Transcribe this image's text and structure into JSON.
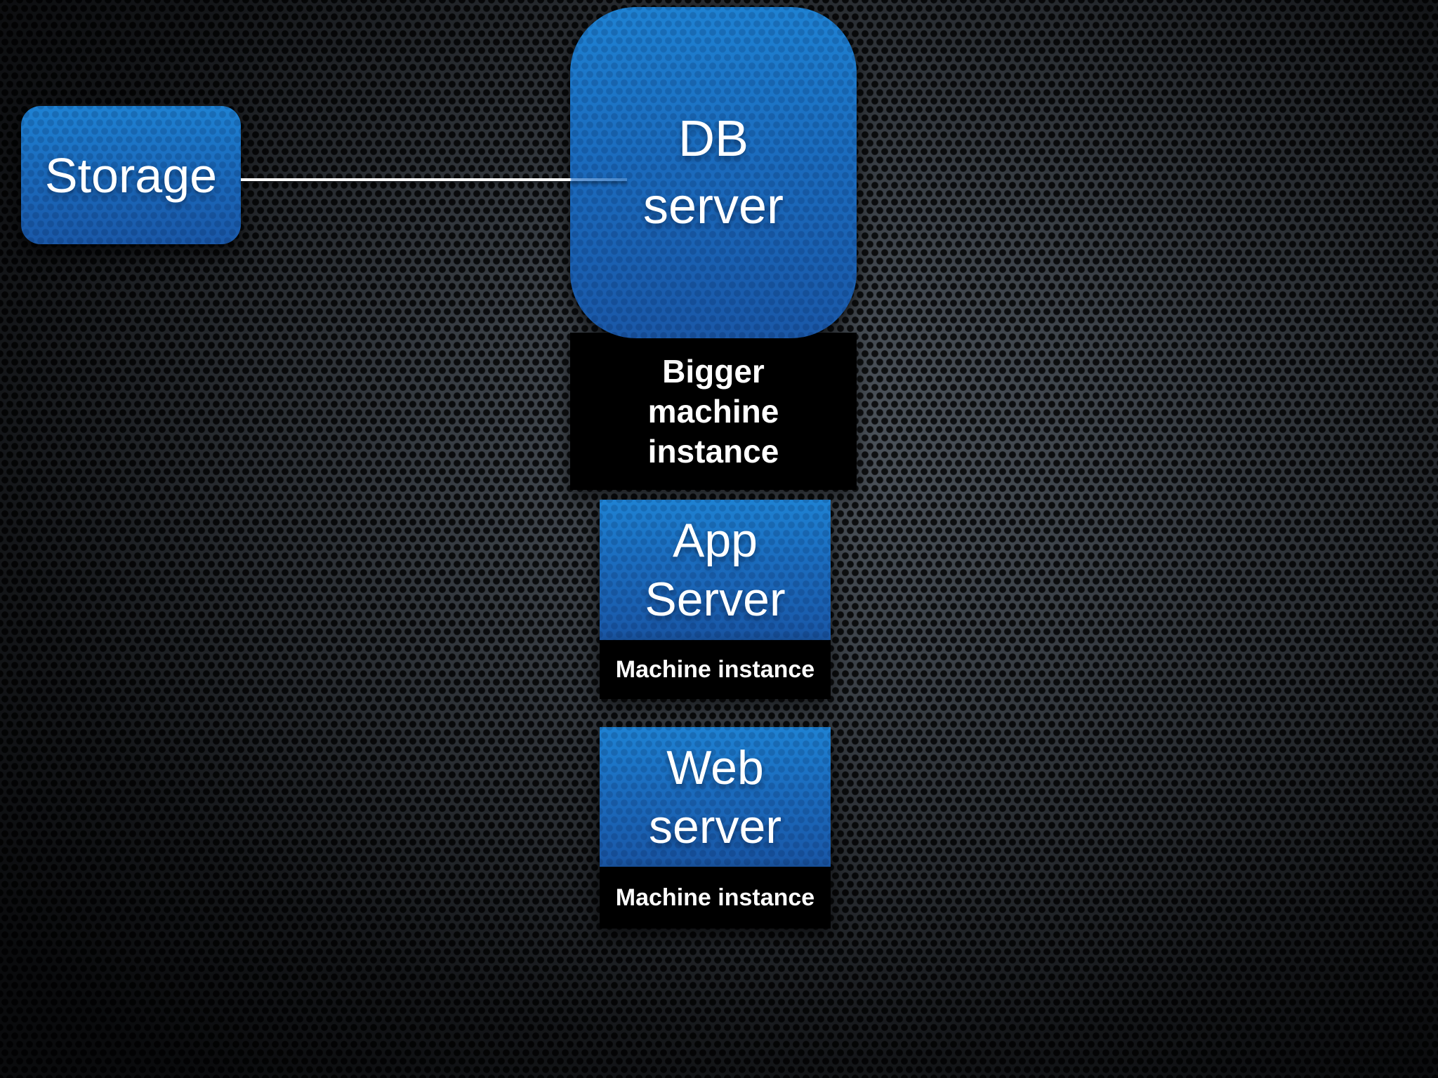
{
  "colors": {
    "box_blue_top": "#1e82d3",
    "box_blue_bottom": "#1a58a8",
    "box_black": "#000000",
    "text_white": "#ffffff",
    "connector": "#ffffff",
    "background_metal": "#3b4148",
    "background_hole": "#0a0b0d"
  },
  "diagram": {
    "storage_box": {
      "label": "Storage"
    },
    "db_box": {
      "lines": [
        "DB",
        "server"
      ]
    },
    "bigger_machine_box": {
      "lines": [
        "Bigger",
        "machine",
        "instance"
      ]
    },
    "app_server": {
      "lines": [
        "App",
        "Server"
      ],
      "machine_label": "Machine instance"
    },
    "web_server": {
      "lines": [
        "Web",
        "server"
      ],
      "machine_label": "Machine instance"
    }
  }
}
